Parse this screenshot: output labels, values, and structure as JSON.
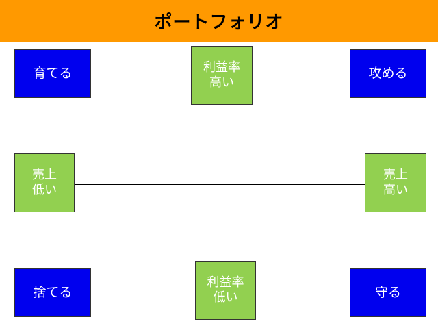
{
  "title": "ポートフォリオ",
  "quadrants": {
    "top_left": "育てる",
    "top_right": "攻める",
    "bottom_left": "捨てる",
    "bottom_right": "守る"
  },
  "axis_labels": {
    "top": [
      "利益率",
      "高い"
    ],
    "bottom": [
      "利益率",
      "低い"
    ],
    "left": [
      "売上",
      "低い"
    ],
    "right": [
      "売上",
      "高い"
    ]
  },
  "colors": {
    "title_bar": "#FF9900",
    "quadrant_box": "#0000EE",
    "axis_label_box": "#92D050"
  }
}
